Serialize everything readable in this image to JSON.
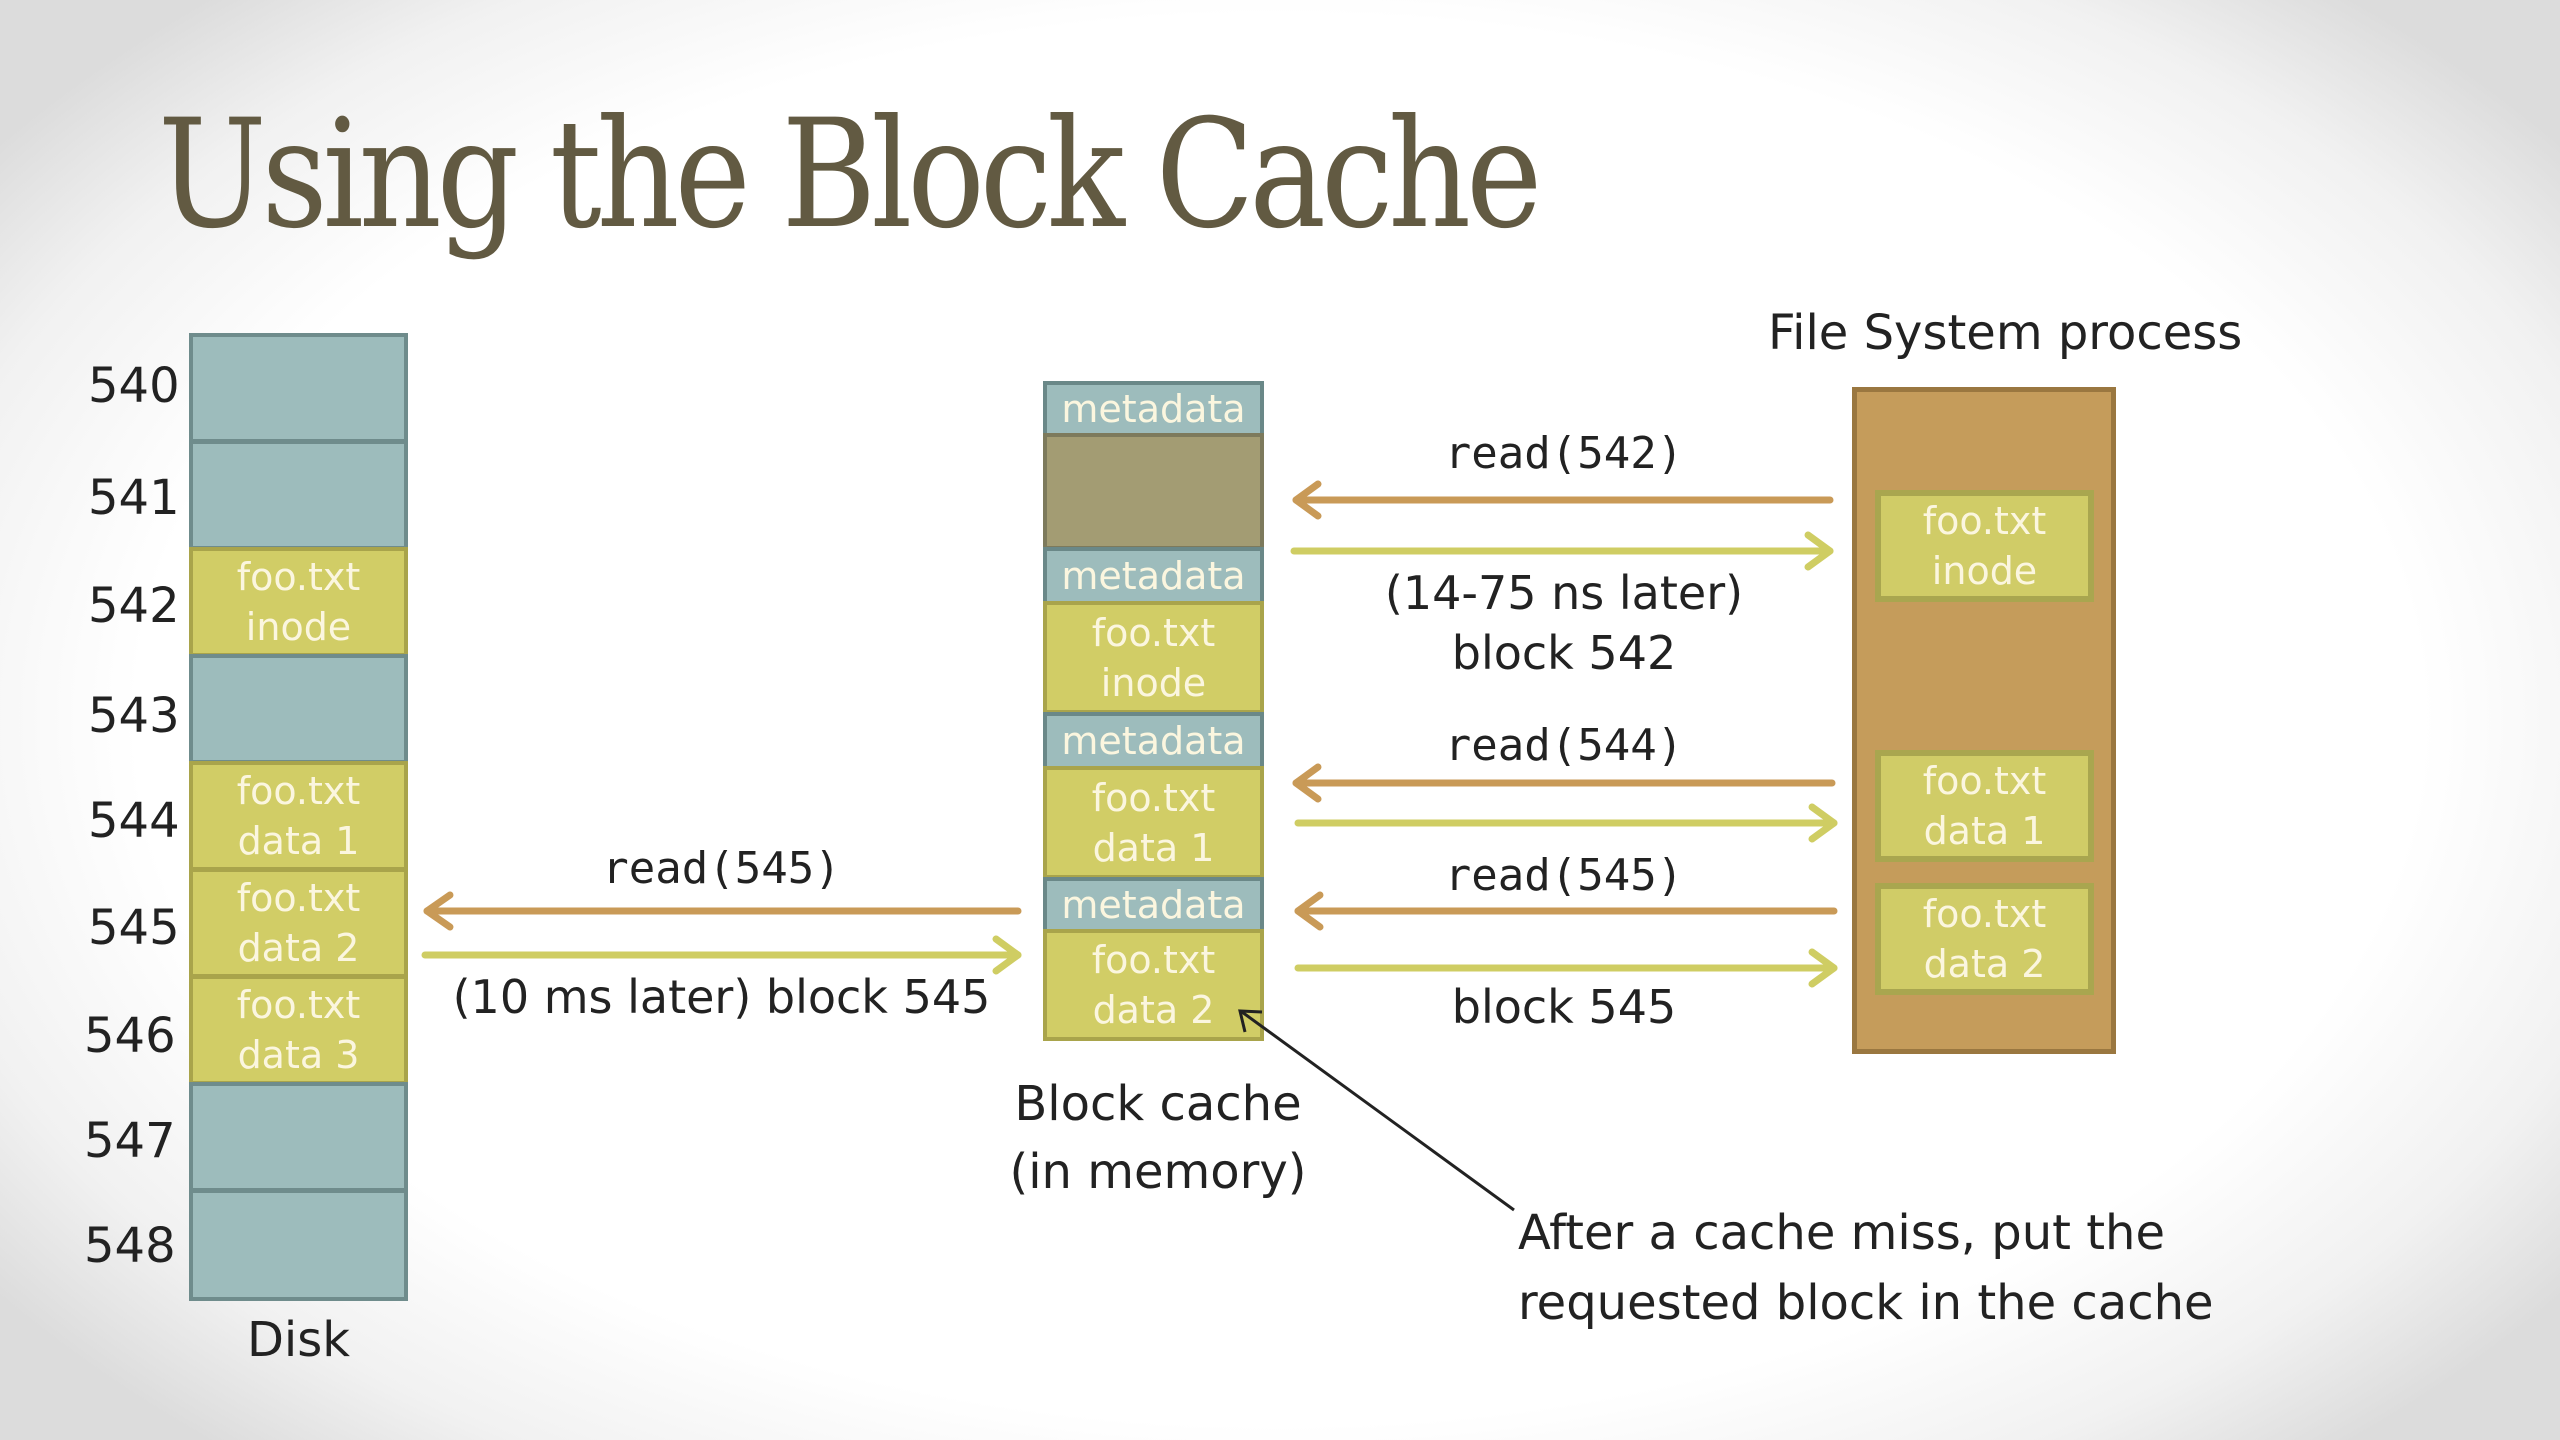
{
  "slide": {
    "title": "Using the Block Cache"
  },
  "disk": {
    "label": "Disk",
    "rows": [
      {
        "number": "540",
        "line1": "",
        "line2": "",
        "type": "empty"
      },
      {
        "number": "541",
        "line1": "",
        "line2": "",
        "type": "empty"
      },
      {
        "number": "542",
        "line1": "foo.txt",
        "line2": "inode",
        "type": "file"
      },
      {
        "number": "543",
        "line1": "",
        "line2": "",
        "type": "empty"
      },
      {
        "number": "544",
        "line1": "foo.txt",
        "line2": "data 1",
        "type": "file"
      },
      {
        "number": "545",
        "line1": "foo.txt",
        "line2": "data 2",
        "type": "file"
      },
      {
        "number": "546",
        "line1": "foo.txt",
        "line2": "data 3",
        "type": "file"
      },
      {
        "number": "547",
        "line1": "",
        "line2": "",
        "type": "empty"
      },
      {
        "number": "548",
        "line1": "",
        "line2": "",
        "type": "empty"
      }
    ]
  },
  "cache": {
    "label_line1": "Block cache",
    "label_line2": "(in memory)",
    "entries": [
      {
        "metadata": "metadata",
        "line1": "",
        "line2": "",
        "type": "empty"
      },
      {
        "metadata": "metadata",
        "line1": "foo.txt",
        "line2": "inode",
        "type": "file"
      },
      {
        "metadata": "metadata",
        "line1": "foo.txt",
        "line2": "data 1",
        "type": "file"
      },
      {
        "metadata": "metadata",
        "line1": "foo.txt",
        "line2": "data 2",
        "type": "file"
      }
    ]
  },
  "fs_process": {
    "label": "File System process",
    "blocks": [
      {
        "line1": "foo.txt",
        "line2": "inode"
      },
      {
        "line1": "foo.txt",
        "line2": "data 1"
      },
      {
        "line1": "foo.txt",
        "line2": "data 2"
      }
    ]
  },
  "messages": {
    "disk_read": "read(545)",
    "disk_reply": "(10 ms later) block 545",
    "read_542": "read(542)",
    "reply_542_line1": "(14-75 ns later)",
    "reply_542_line2": "block 542",
    "read_544": "read(544)",
    "read_545": "read(545)",
    "reply_545": "block 545"
  },
  "annotation": {
    "line1": "After a cache miss, put the",
    "line2": "requested block in the cache"
  },
  "colors": {
    "request_arrow": "#c99a57",
    "reply_arrow": "#cfcd63",
    "teal_block": "#9dbcbc",
    "file_block": "#d1cd66",
    "fs_process": "#c59c5b",
    "title": "#625a42"
  }
}
